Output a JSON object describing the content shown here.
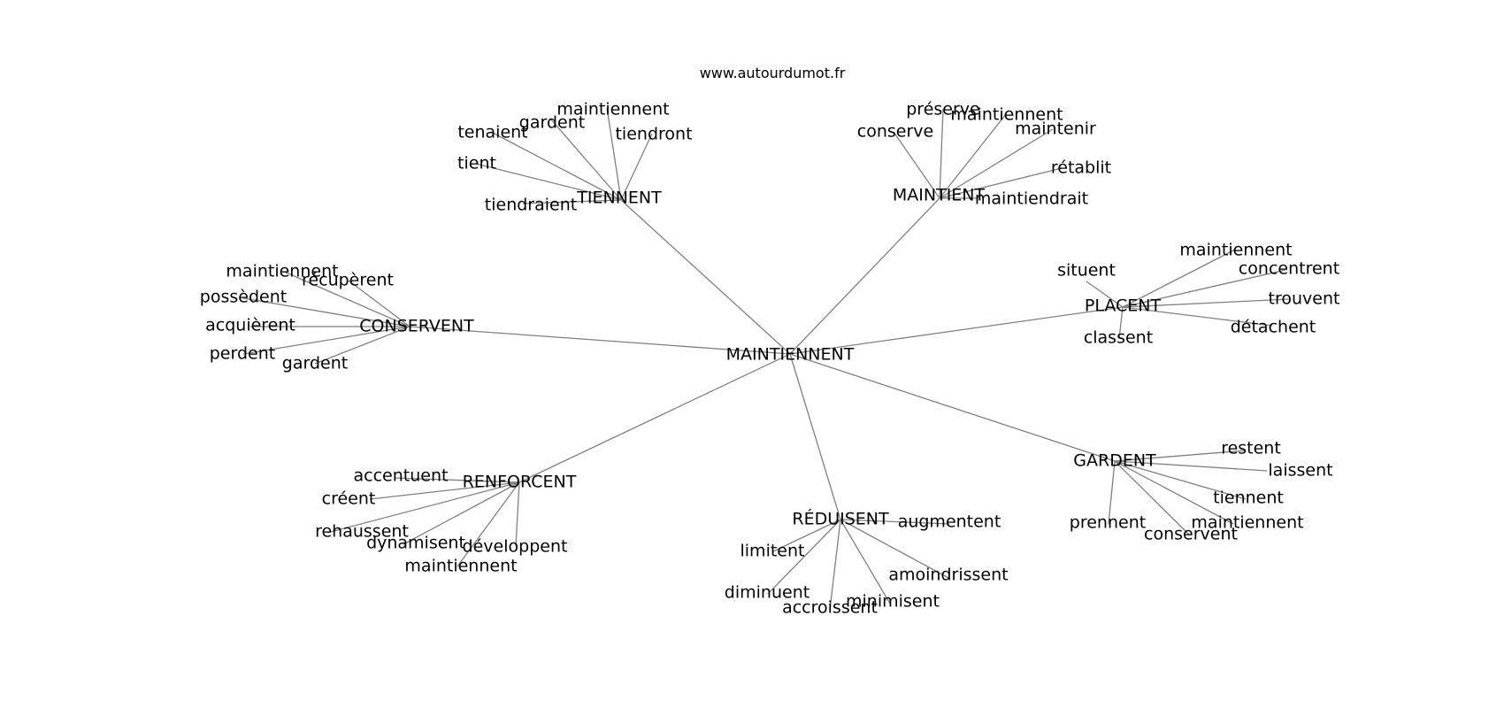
{
  "source_text": "www.autourdumot.fr",
  "center": "MAINTIENNENT",
  "clusters": [
    {
      "name": "TIENNENT",
      "leaves": [
        "maintiennent",
        "gardent",
        "tenaient",
        "tiendront",
        "tient",
        "tiendraient"
      ]
    },
    {
      "name": "MAINTIENT",
      "leaves": [
        "préserve",
        "maintiennent",
        "conserve",
        "maintenir",
        "rétablit",
        "maintiendrait"
      ]
    },
    {
      "name": "CONSERVENT",
      "leaves": [
        "maintiennent",
        "récupèrent",
        "possèdent",
        "acquièrent",
        "perdent",
        "gardent"
      ]
    },
    {
      "name": "PLACENT",
      "leaves": [
        "maintiennent",
        "situent",
        "concentrent",
        "trouvent",
        "détachent",
        "classent"
      ]
    },
    {
      "name": "RENFORCENT",
      "leaves": [
        "accentuent",
        "créent",
        "rehaussent",
        "dynamisent",
        "développent",
        "maintiennent"
      ]
    },
    {
      "name": "RÉDUISENT",
      "leaves": [
        "augmentent",
        "limitent",
        "amoindrissent",
        "diminuent",
        "minimisent",
        "accroissent"
      ]
    },
    {
      "name": "GARDENT",
      "leaves": [
        "restent",
        "laissent",
        "tiennent",
        "maintiennent",
        "prennent",
        "conservent"
      ]
    }
  ]
}
